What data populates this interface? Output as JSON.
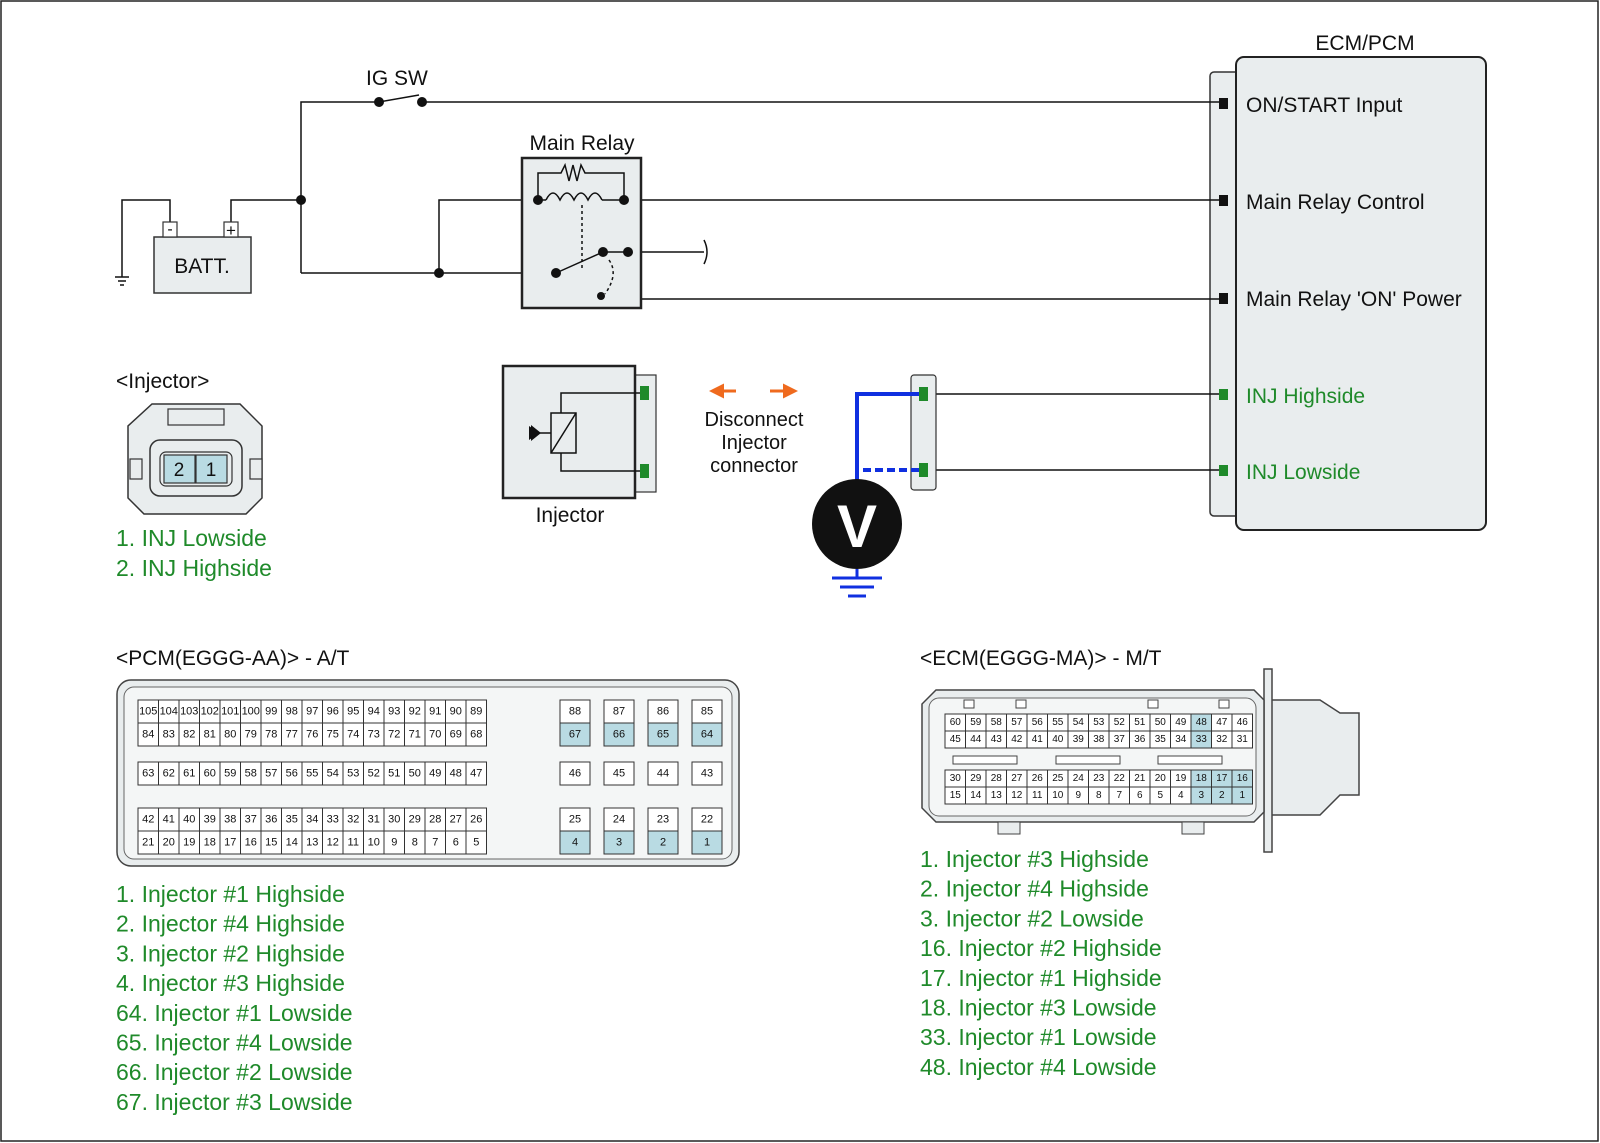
{
  "ecm_title": "ECM/PCM",
  "ig_sw": "IG SW",
  "main_relay": "Main Relay",
  "battery": "BATT.",
  "battery_minus": "-",
  "battery_plus": "+",
  "ecm_pins": [
    "ON/START Input",
    "Main Relay Control",
    "Main Relay 'ON' Power",
    "INJ Highside",
    "INJ Lowside"
  ],
  "injector_title": "<Injector>",
  "injector_pins": [
    "2",
    "1"
  ],
  "injector_legend": [
    "1. INJ Lowside",
    "2. INJ Highside"
  ],
  "injector_label": "Injector",
  "disconnect_lines": [
    "Disconnect",
    "Injector",
    "connector"
  ],
  "voltmeter": "V",
  "pcm": {
    "title": "<PCM(EGGG-AA)> - A/T",
    "rows": [
      [
        "105",
        "104",
        "103",
        "102",
        "101",
        "100",
        "99",
        "98",
        "97",
        "96",
        "95",
        "94",
        "93",
        "92",
        "91",
        "90",
        "89"
      ],
      [
        "84",
        "83",
        "82",
        "81",
        "80",
        "79",
        "78",
        "77",
        "76",
        "75",
        "74",
        "73",
        "72",
        "71",
        "70",
        "69",
        "68"
      ],
      [
        "63",
        "62",
        "61",
        "60",
        "59",
        "58",
        "57",
        "56",
        "55",
        "54",
        "53",
        "52",
        "51",
        "50",
        "49",
        "48",
        "47"
      ],
      [
        "42",
        "41",
        "40",
        "39",
        "38",
        "37",
        "36",
        "35",
        "34",
        "33",
        "32",
        "31",
        "30",
        "29",
        "28",
        "27",
        "26"
      ],
      [
        "21",
        "20",
        "19",
        "18",
        "17",
        "16",
        "15",
        "14",
        "13",
        "12",
        "11",
        "10",
        "9",
        "8",
        "7",
        "6",
        "5"
      ]
    ],
    "right_cols": [
      [
        "88",
        "67",
        "46",
        "25",
        "4"
      ],
      [
        "87",
        "66",
        "45",
        "24",
        "3"
      ],
      [
        "86",
        "65",
        "44",
        "23",
        "2"
      ],
      [
        "85",
        "64",
        "43",
        "22",
        "1"
      ]
    ],
    "highlight": [
      "1",
      "2",
      "3",
      "4",
      "64",
      "65",
      "66",
      "67"
    ],
    "legend": [
      "1. Injector #1 Highside",
      "2. Injector #4 Highside",
      "3. Injector #2 Highside",
      "4. Injector #3 Highside",
      "64. Injector #1 Lowside",
      "65. Injector #4 Lowside",
      "66. Injector #2 Lowside",
      "67. Injector #3 Lowside"
    ]
  },
  "ecm": {
    "title": "<ECM(EGGG-MA)> - M/T",
    "rows": [
      [
        "60",
        "59",
        "58",
        "57",
        "56",
        "55",
        "54",
        "53",
        "52",
        "51",
        "50",
        "49",
        "48",
        "47",
        "46"
      ],
      [
        "45",
        "44",
        "43",
        "42",
        "41",
        "40",
        "39",
        "38",
        "37",
        "36",
        "35",
        "34",
        "33",
        "32",
        "31"
      ],
      [
        "30",
        "29",
        "28",
        "27",
        "26",
        "25",
        "24",
        "23",
        "22",
        "21",
        "20",
        "19",
        "18",
        "17",
        "16"
      ],
      [
        "15",
        "14",
        "13",
        "12",
        "11",
        "10",
        "9",
        "8",
        "7",
        "6",
        "5",
        "4",
        "3",
        "2",
        "1"
      ]
    ],
    "highlight": [
      "1",
      "2",
      "3",
      "16",
      "17",
      "18",
      "33",
      "48"
    ],
    "legend": [
      "1. Injector #3 Highside",
      "2. Injector #4 Highside",
      "3. Injector #2 Lowside",
      "16. Injector #2 Highside",
      "17. Injector #1 Highside",
      "18. Injector #3 Lowside",
      "33. Injector #1 Lowside",
      "48. Injector #4 Lowside"
    ]
  },
  "colors": {
    "highlight": "#b9dbe3",
    "wire_green": "#1f8a2a",
    "probe_blue": "#1030e0",
    "arrow_orange": "#ef6a1e"
  }
}
